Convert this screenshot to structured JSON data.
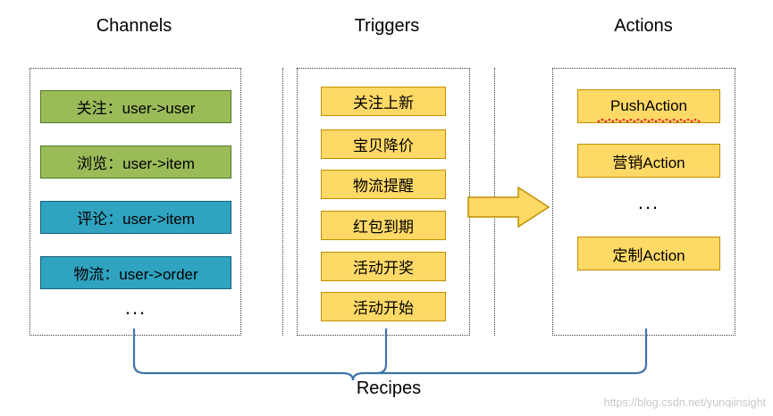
{
  "titles": {
    "channels": "Channels",
    "triggers": "Triggers",
    "actions": "Actions"
  },
  "channels": {
    "items": [
      {
        "label": "关注：user->user",
        "color": "#9bbb59"
      },
      {
        "label": "浏览：user->item",
        "color": "#9bbb59"
      },
      {
        "label": "评论：user->item",
        "color": "#2fa3c0"
      },
      {
        "label": "物流：user->order",
        "color": "#2fa3c0"
      }
    ],
    "more": "..."
  },
  "triggers": {
    "items": [
      {
        "label": "关注上新",
        "color": "#ffd966"
      },
      {
        "label": "宝贝降价",
        "color": "#ffd966"
      },
      {
        "label": "物流提醒",
        "color": "#ffd966"
      },
      {
        "label": "红包到期",
        "color": "#ffd966"
      },
      {
        "label": "活动开奖",
        "color": "#ffd966"
      },
      {
        "label": "活动开始",
        "color": "#ffd966"
      }
    ]
  },
  "actions": {
    "items": [
      {
        "label": "PushAction",
        "color": "#ffd966"
      },
      {
        "label": "营销Action",
        "color": "#ffd966"
      },
      {
        "label": "定制Action",
        "color": "#ffd966"
      }
    ],
    "more": "..."
  },
  "footer": {
    "recipes_label": "Recipes"
  },
  "watermark": "https://blog.csdn.net/yunqiinsight",
  "colors": {
    "green": "#9bbb59",
    "green_border": "#4e7a27",
    "teal": "#2fa3c0",
    "teal_border": "#17607a",
    "yellow": "#ffd966",
    "yellow_border": "#bf8f00",
    "arrow_fill": "#ffd966",
    "arrow_border": "#bf8f00",
    "connector": "#3f74a8"
  }
}
